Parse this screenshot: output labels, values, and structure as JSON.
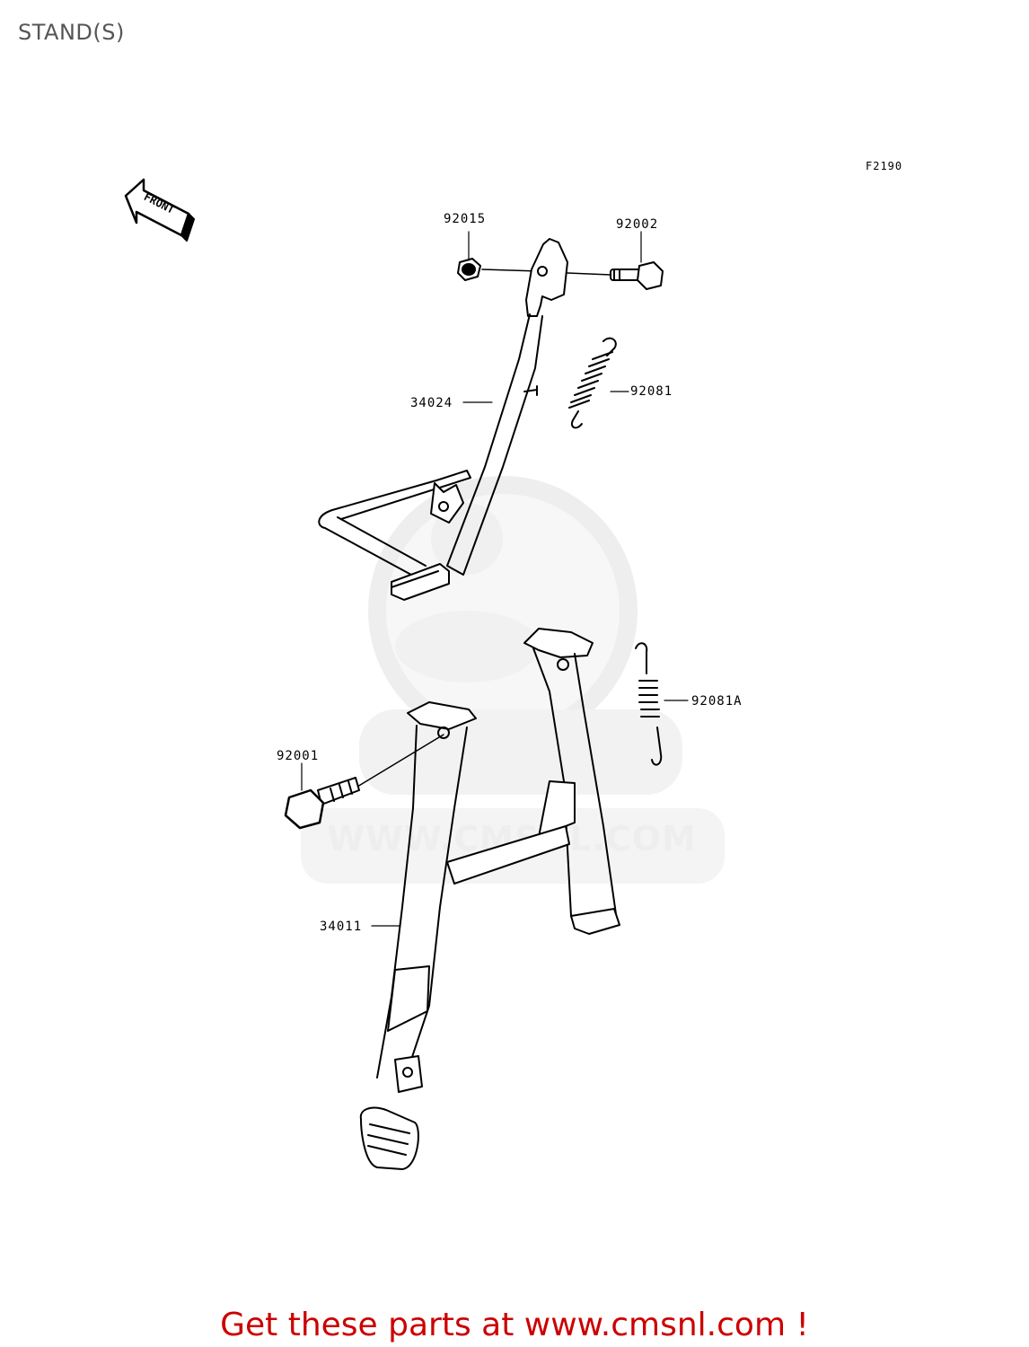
{
  "header": {
    "title": "STAND(S)"
  },
  "figure": {
    "code": "F2190",
    "direction_label": "FRONT"
  },
  "callouts": {
    "p92015": "92015",
    "p92002": "92002",
    "p92081": "92081",
    "p34024": "34024",
    "p92081a": "92081A",
    "p92001": "92001",
    "p34011": "34011"
  },
  "watermark": {
    "text": "WWW.CMSNL.COM"
  },
  "footer": {
    "text": "Get these parts at www.cmsnl.com !"
  }
}
